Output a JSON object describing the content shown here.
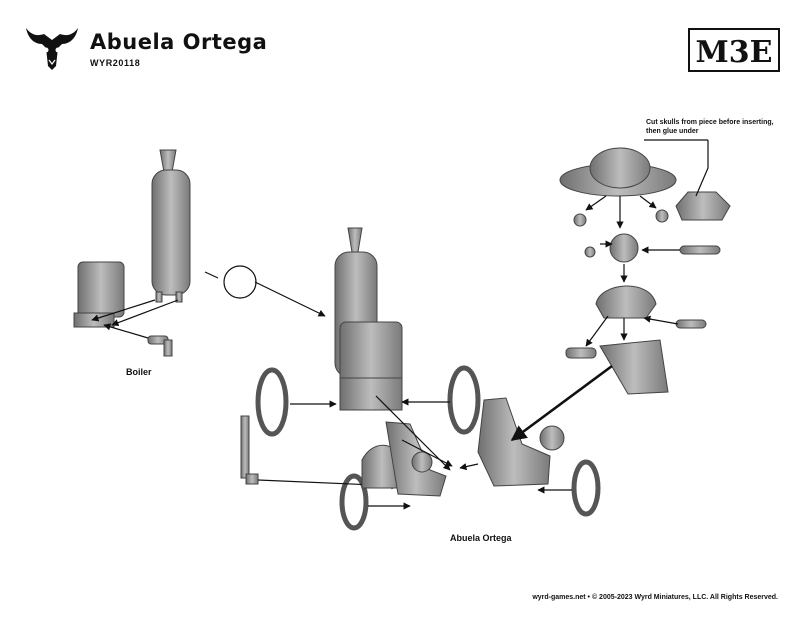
{
  "header": {
    "title": "Abuela Ortega",
    "code": "WYR20118",
    "brand": "M3E",
    "logo_icon": "bull-skull-icon"
  },
  "labels": {
    "boiler": "Boiler",
    "model": "Abuela Ortega"
  },
  "note": "Cut skulls from piece before inserting, then glue under",
  "footer": {
    "text": "wyrd-games.net • © 2005-2023 Wyrd Miniatures, LLC. All Rights Reserved."
  }
}
